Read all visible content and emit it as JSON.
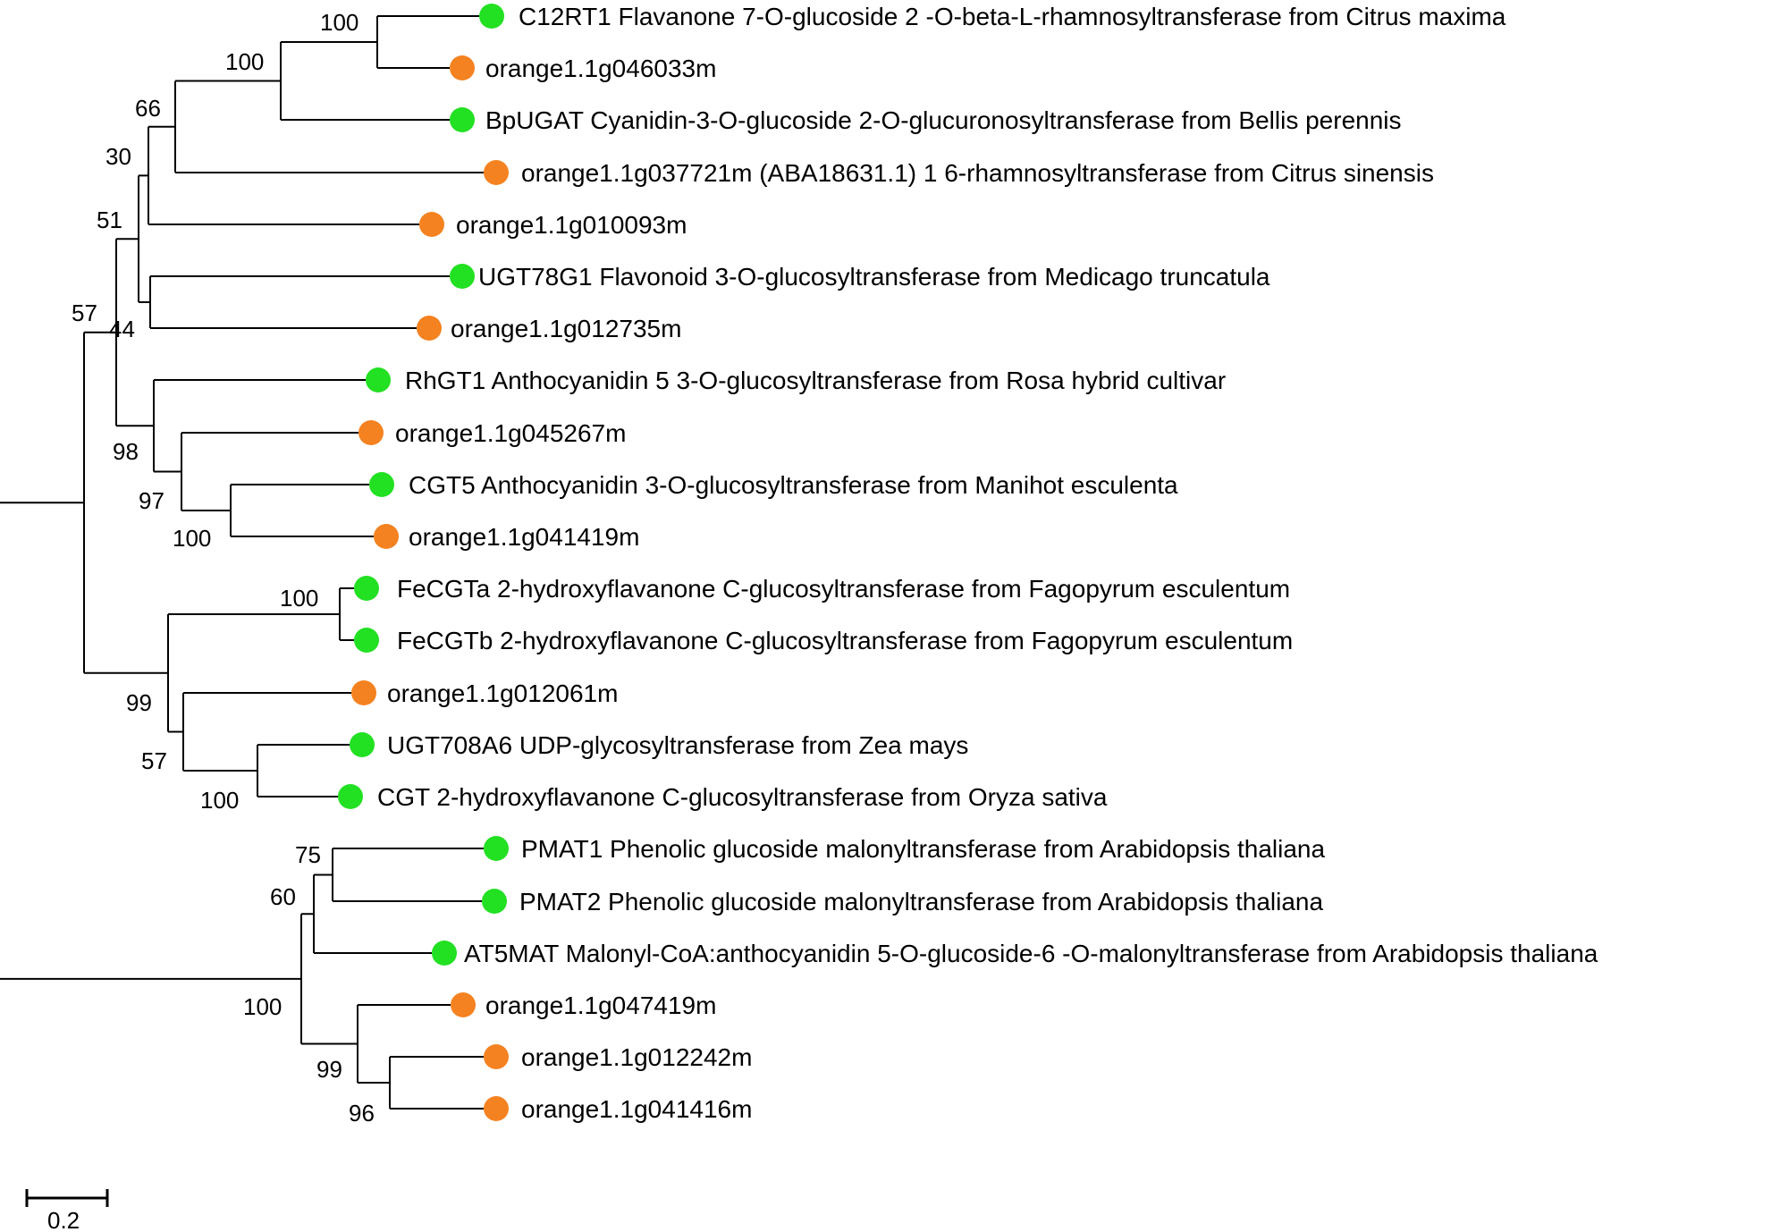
{
  "colors": {
    "reference": "#22e022",
    "orange_gene": "#f58220",
    "line": "#000000"
  },
  "scale_bar": {
    "label": "0.2"
  },
  "leaves": [
    {
      "id": "C12RT1",
      "text": "C12RT1  Flavanone 7-O-glucoside 2 -O-beta-L-rhamnosyltransferase from Citrus maxima",
      "kind": "reference"
    },
    {
      "id": "g046033",
      "text": "orange1.1g046033m",
      "kind": "orange_gene"
    },
    {
      "id": "BpUGAT",
      "text": "BpUGAT Cyanidin-3-O-glucoside 2-O-glucuronosyltransferase from Bellis perennis",
      "kind": "reference"
    },
    {
      "id": "g037721",
      "text": "orange1.1g037721m (ABA18631.1) 1 6-rhamnosyltransferase from Citrus sinensis",
      "kind": "orange_gene"
    },
    {
      "id": "g010093",
      "text": "orange1.1g010093m",
      "kind": "orange_gene"
    },
    {
      "id": "UGT78G1",
      "text": "UGT78G1 Flavonoid 3-O-glucosyltransferase from Medicago truncatula",
      "kind": "reference"
    },
    {
      "id": "g012735",
      "text": "orange1.1g012735m",
      "kind": "orange_gene"
    },
    {
      "id": "RhGT1",
      "text": "RhGT1  Anthocyanidin 5 3-O-glucosyltransferase from Rosa hybrid cultivar",
      "kind": "reference"
    },
    {
      "id": "g045267",
      "text": "orange1.1g045267m",
      "kind": "orange_gene"
    },
    {
      "id": "CGT5",
      "text": "CGT5   Anthocyanidin 3-O-glucosyltransferase from Manihot esculenta",
      "kind": "reference"
    },
    {
      "id": "g041419",
      "text": "orange1.1g041419m",
      "kind": "orange_gene"
    },
    {
      "id": "FeCGTa",
      "text": "FeCGTa  2-hydroxyflavanone C-glucosyltransferase from Fagopyrum esculentum",
      "kind": "reference"
    },
    {
      "id": "FeCGTb",
      "text": "FeCGTb  2-hydroxyflavanone C-glucosyltransferase from Fagopyrum esculentum",
      "kind": "reference"
    },
    {
      "id": "g012061",
      "text": "orange1.1g012061m",
      "kind": "orange_gene"
    },
    {
      "id": "UGT708A6",
      "text": "UGT708A6  UDP-glycosyltransferase from Zea mays",
      "kind": "reference"
    },
    {
      "id": "CGT",
      "text": "CGT   2-hydroxyflavanone C-glucosyltransferase from Oryza sativa",
      "kind": "reference"
    },
    {
      "id": "PMAT1",
      "text": "PMAT1  Phenolic glucoside malonyltransferase from Arabidopsis thaliana",
      "kind": "reference"
    },
    {
      "id": "PMAT2",
      "text": "PMAT2  Phenolic glucoside malonyltransferase from Arabidopsis thaliana",
      "kind": "reference"
    },
    {
      "id": "AT5MAT",
      "text": "AT5MAT  Malonyl-CoA:anthocyanidin 5-O-glucoside-6 -O-malonyltransferase from Arabidopsis thaliana",
      "kind": "reference"
    },
    {
      "id": "g047419",
      "text": "orange1.1g047419m",
      "kind": "orange_gene"
    },
    {
      "id": "g012242",
      "text": "orange1.1g012242m",
      "kind": "orange_gene"
    },
    {
      "id": "g041416",
      "text": "orange1.1g041416m",
      "kind": "orange_gene"
    }
  ],
  "bootstrap_values": [
    {
      "node": "n_C12RT1_046033",
      "value": "100"
    },
    {
      "node": "n_C12RT1_BpUGAT",
      "value": "100"
    },
    {
      "node": "n_66",
      "value": "66"
    },
    {
      "node": "n_30",
      "value": "30"
    },
    {
      "node": "n_51",
      "value": "51"
    },
    {
      "node": "n_44",
      "value": "44"
    },
    {
      "node": "n_57_root",
      "value": "57"
    },
    {
      "node": "n_98",
      "value": "98"
    },
    {
      "node": "n_97",
      "value": "97"
    },
    {
      "node": "n_CGT5_041419",
      "value": "100"
    },
    {
      "node": "n_FeCGT",
      "value": "100"
    },
    {
      "node": "n_99_fe",
      "value": "99"
    },
    {
      "node": "n_57_zea",
      "value": "57"
    },
    {
      "node": "n_UGT708_CGT",
      "value": "100"
    },
    {
      "node": "n_75",
      "value": "75"
    },
    {
      "node": "n_60",
      "value": "60"
    },
    {
      "node": "n_100_mat",
      "value": "100"
    },
    {
      "node": "n_99_mat",
      "value": "99"
    },
    {
      "node": "n_96",
      "value": "96"
    }
  ]
}
